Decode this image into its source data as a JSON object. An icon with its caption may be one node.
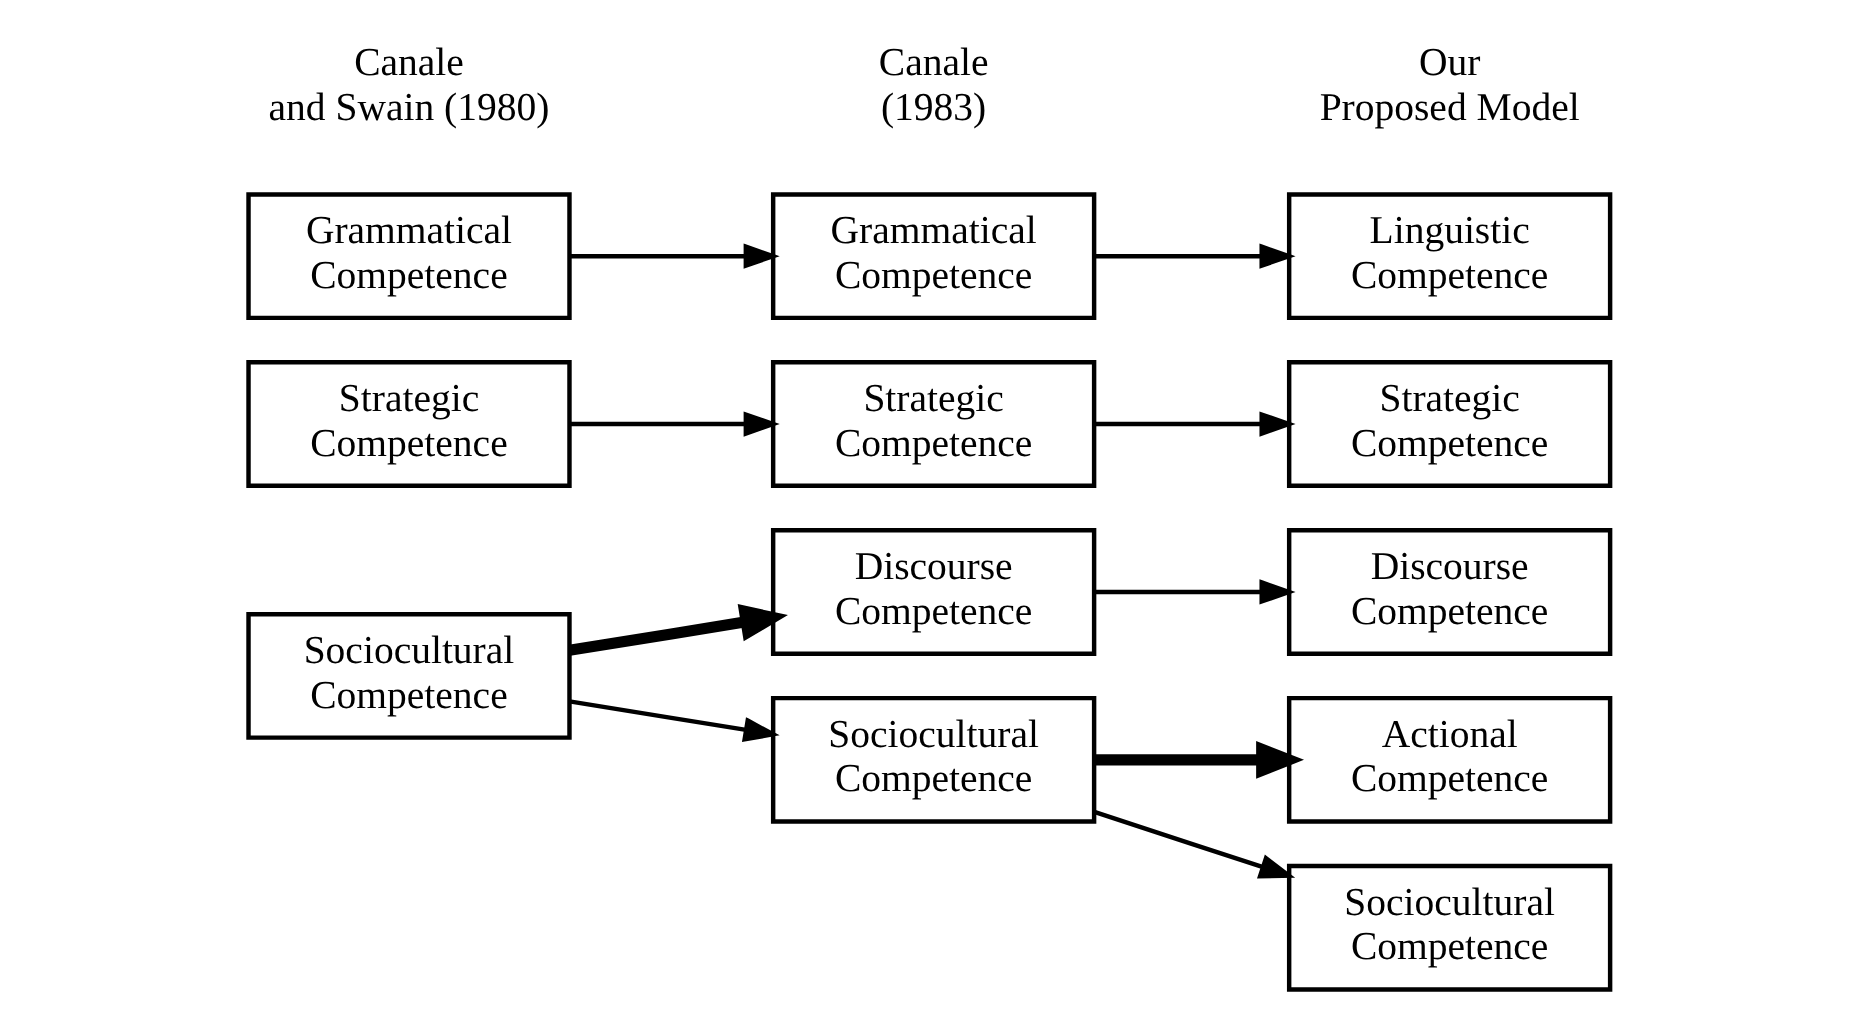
{
  "diagram": {
    "nodes": [
      {
        "text": [
          "Grammatical Competence"
        ]
      },
      {
        "text": [
          "Grammatical Competence"
        ]
      },
      {
        "text": [
          "Linguistic Competence"
        ]
      },
      {
        "text": [
          "Strategic Competence"
        ]
      },
      {
        "text": [
          "Strategic Competence"
        ]
      },
      {
        "text": [
          "Strategic Competence"
        ]
      },
      {
        "text": [
          "Sociocultural Competence"
        ]
      },
      {
        "text": [
          "Sociocultural Competence"
        ]
      },
      {
        "text": [
          "Sociocultural Competence"
        ]
      },
      {
        "text": [
          "Actional Competence"
        ]
      },
      {
        "text": [
          "Discourse Competence"
        ]
      },
      {
        "text": [
          "Discourse Competence"
        ]
      }
    ],
    "edges": [
      {
        "from": 0,
        "to": 1,
        "arrow": "to"
      },
      {
        "from": 1,
        "to": 2,
        "arrow": "to"
      },
      {
        "from": 3,
        "to": 4,
        "arrow": "to"
      },
      {
        "from": 4,
        "to": 5,
        "arrow": "to"
      },
      {
        "from": 6,
        "to": 7,
        "arrow": "to"
      },
      {
        "from": 6,
        "to": 10,
        "arrow": "to",
        "style": "thick"
      },
      {
        "from": 7,
        "to": 8,
        "arrow": "to"
      },
      {
        "from": 7,
        "to": 9,
        "arrow": "to",
        "style": "thick"
      },
      {
        "from": 10,
        "to": 11,
        "arrow": "to"
      }
    ],
    "labels": [
      "Canale and Swain (1980)",
      "Canale (1983)",
      "Our Proposed Model"
    ]
  }
}
